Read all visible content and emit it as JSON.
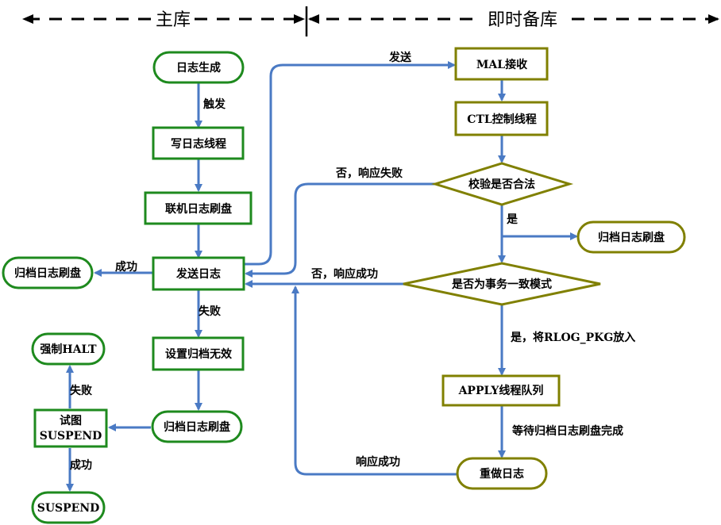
{
  "header": {
    "left_label": "主库",
    "right_label": "即时备库"
  },
  "colors": {
    "primary_border": "#1e8a1e",
    "standby_border": "#808000",
    "arrow": "#4a7ac4",
    "header_line": "#000000"
  },
  "nodes": {
    "log_gen": "日志生成",
    "write_thread": "写日志线程",
    "online_flush": "联机日志刷盘",
    "send_log": "发送日志",
    "archive_flush_left": "归档日志刷盘",
    "set_archive_invalid": "设置归档无效",
    "archive_flush_bottom": "归档日志刷盘",
    "try_suspend_line1": "试图",
    "try_suspend_line2": "SUSPEND",
    "force_halt": "强制HALT",
    "suspend": "SUSPEND",
    "mal_recv": "MAL接收",
    "ctl_thread": "CTL控制线程",
    "check_valid": "校验是否合法",
    "archive_flush_right": "归档日志刷盘",
    "tx_consistent": "是否为事务一致模式",
    "apply_queue": "APPLY线程队列",
    "redo_log": "重做日志"
  },
  "edges": {
    "trigger": "触发",
    "send": "发送",
    "success_left": "成功",
    "fail_down": "失败",
    "fail_up": "失败",
    "success_down": "成功",
    "no_fail": "否，响应失败",
    "yes": "是",
    "no_success": "否，响应成功",
    "yes_put_pkg": "是，将RLOG_PKG放入",
    "wait_archive": "等待归档日志刷盘完成",
    "resp_success": "响应成功"
  }
}
